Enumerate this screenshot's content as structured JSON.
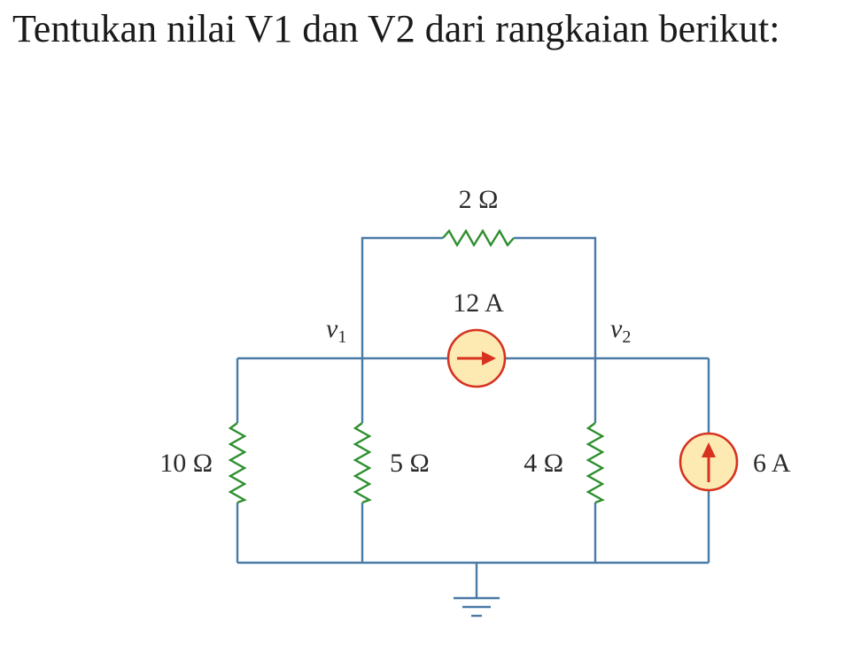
{
  "question": "Tentukan nilai V1 dan V2 dari rangkaian berikut:",
  "circuit": {
    "resistor_top": "2 Ω",
    "source_middle": "12 A",
    "node_1": "v",
    "node_1_sub": "1",
    "node_2": "v",
    "node_2_sub": "2",
    "resistor_left": "10 Ω",
    "resistor_5": "5 Ω",
    "resistor_4": "4 Ω",
    "source_right": "6 A"
  },
  "colors": {
    "wire": "#4a7aa6",
    "resistor": "#2f8f2f",
    "source_fill": "#fde9b2",
    "source_stroke": "#d6321f"
  },
  "icons": {
    "ground": "ground-icon",
    "current_source_arrow": "arrow-icon"
  }
}
